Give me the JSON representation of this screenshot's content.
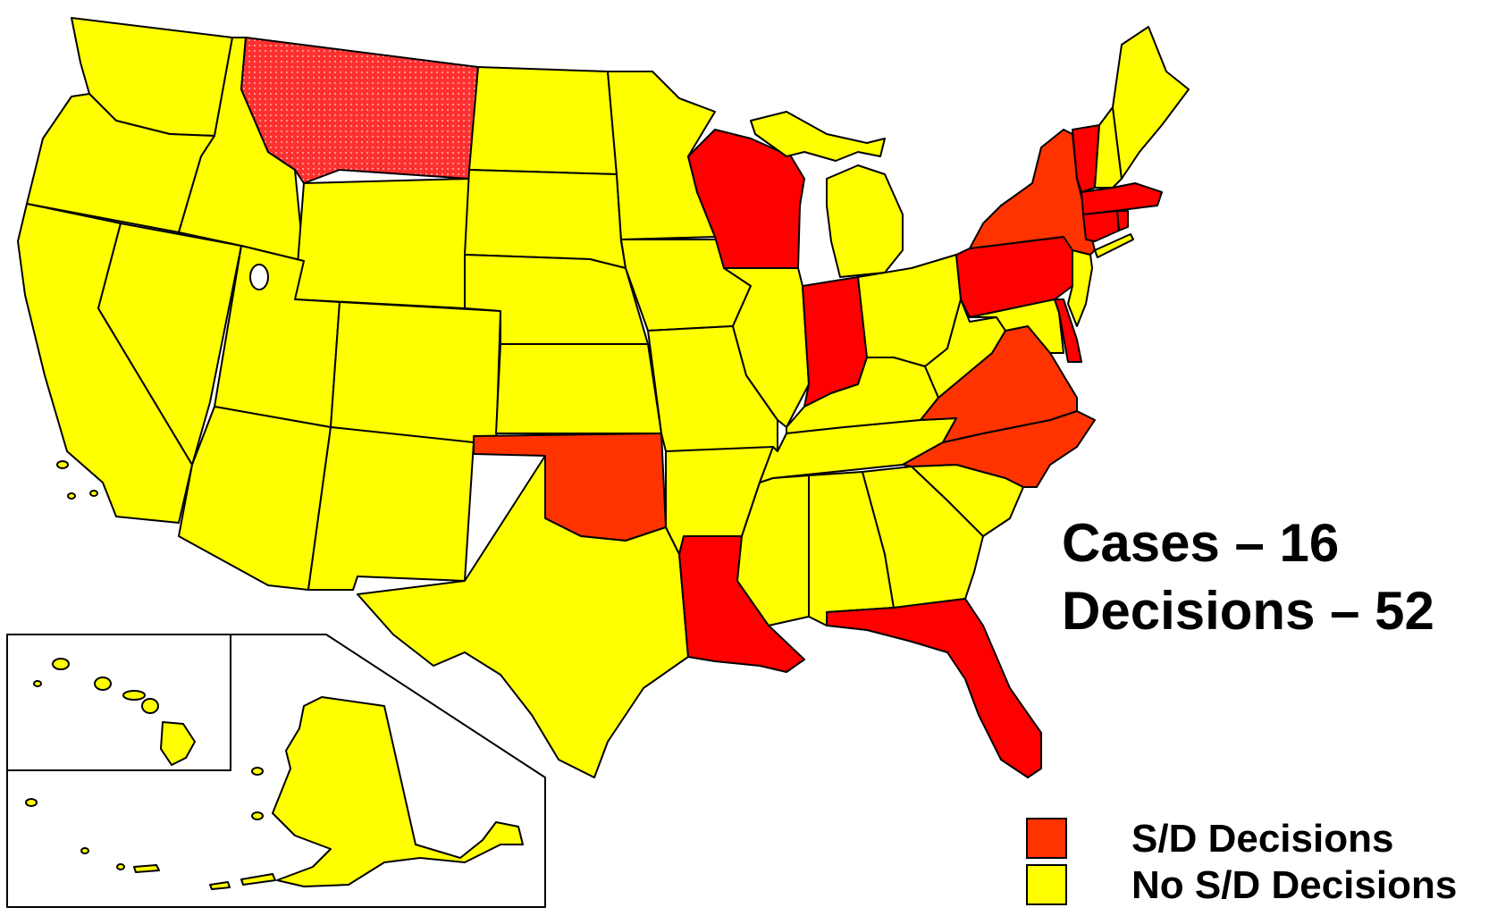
{
  "stats": {
    "cases_label": "Cases  – 16",
    "decisions_label": "Decisions – 52"
  },
  "legend": [
    {
      "label": "S/D Decisions",
      "color": "#FF3300"
    },
    {
      "label": "No S/D Decisions",
      "color": "#FFFF00"
    }
  ],
  "colors": {
    "sd_orange": "#FF3300",
    "sd_red": "#FF0000",
    "no_sd": "#FFFF00",
    "montana_pattern": "#FF4040",
    "background": "#FFFFFF"
  },
  "states_with_sd_decisions": [
    "MT",
    "WI",
    "IN",
    "OK",
    "LA",
    "FL",
    "NC",
    "VA",
    "PA",
    "NY",
    "VT",
    "MA",
    "CT",
    "RI",
    "DE"
  ]
}
